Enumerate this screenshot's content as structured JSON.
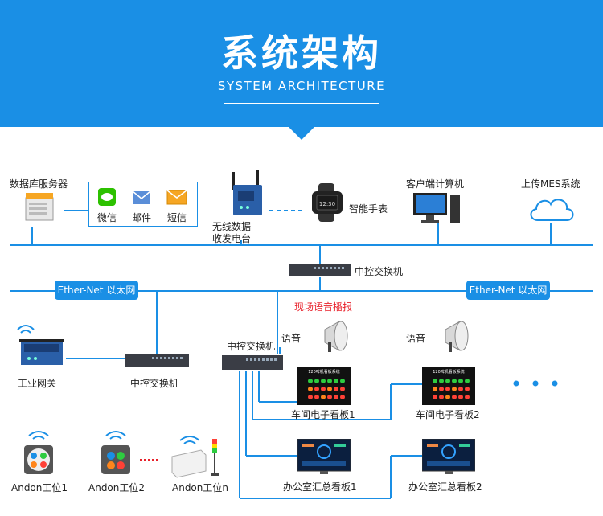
{
  "header": {
    "title": "系统架构",
    "subtitle": "SYSTEM ARCHITECTURE"
  },
  "top_row": {
    "db_server": "数据库服务器",
    "notify": [
      "微信",
      "邮件",
      "短信"
    ],
    "radio_line1": "无线数据",
    "radio_line2": "收发电台",
    "watch": "智能手表",
    "client_pc": "客户端计算机",
    "mes": "上传MES系统"
  },
  "network": {
    "central_switch_top": "中控交换机",
    "ethernet_left": "Ether-Net 以太网",
    "ethernet_right": "Ether-Net 以太网",
    "site_broadcast": "现场语音播报"
  },
  "floor": {
    "industrial_gateway": "工业网关",
    "switch_left": "中控交换机",
    "switch_center": "中控交换机",
    "voice1": "语音",
    "voice2": "语音",
    "workshop_board1": "车间电子看板1",
    "workshop_board2": "车间电子看板2",
    "office_board1": "办公室汇总看板1",
    "office_board2": "办公室汇总看板2",
    "andon1": "Andon工位1",
    "andon2": "Andon工位2",
    "andonn": "Andon工位n",
    "board_header": "120啤机看板系统"
  },
  "colors": {
    "brand": "#1a8fe5",
    "line": "#1a8fe5",
    "alert": "#e8202a"
  }
}
